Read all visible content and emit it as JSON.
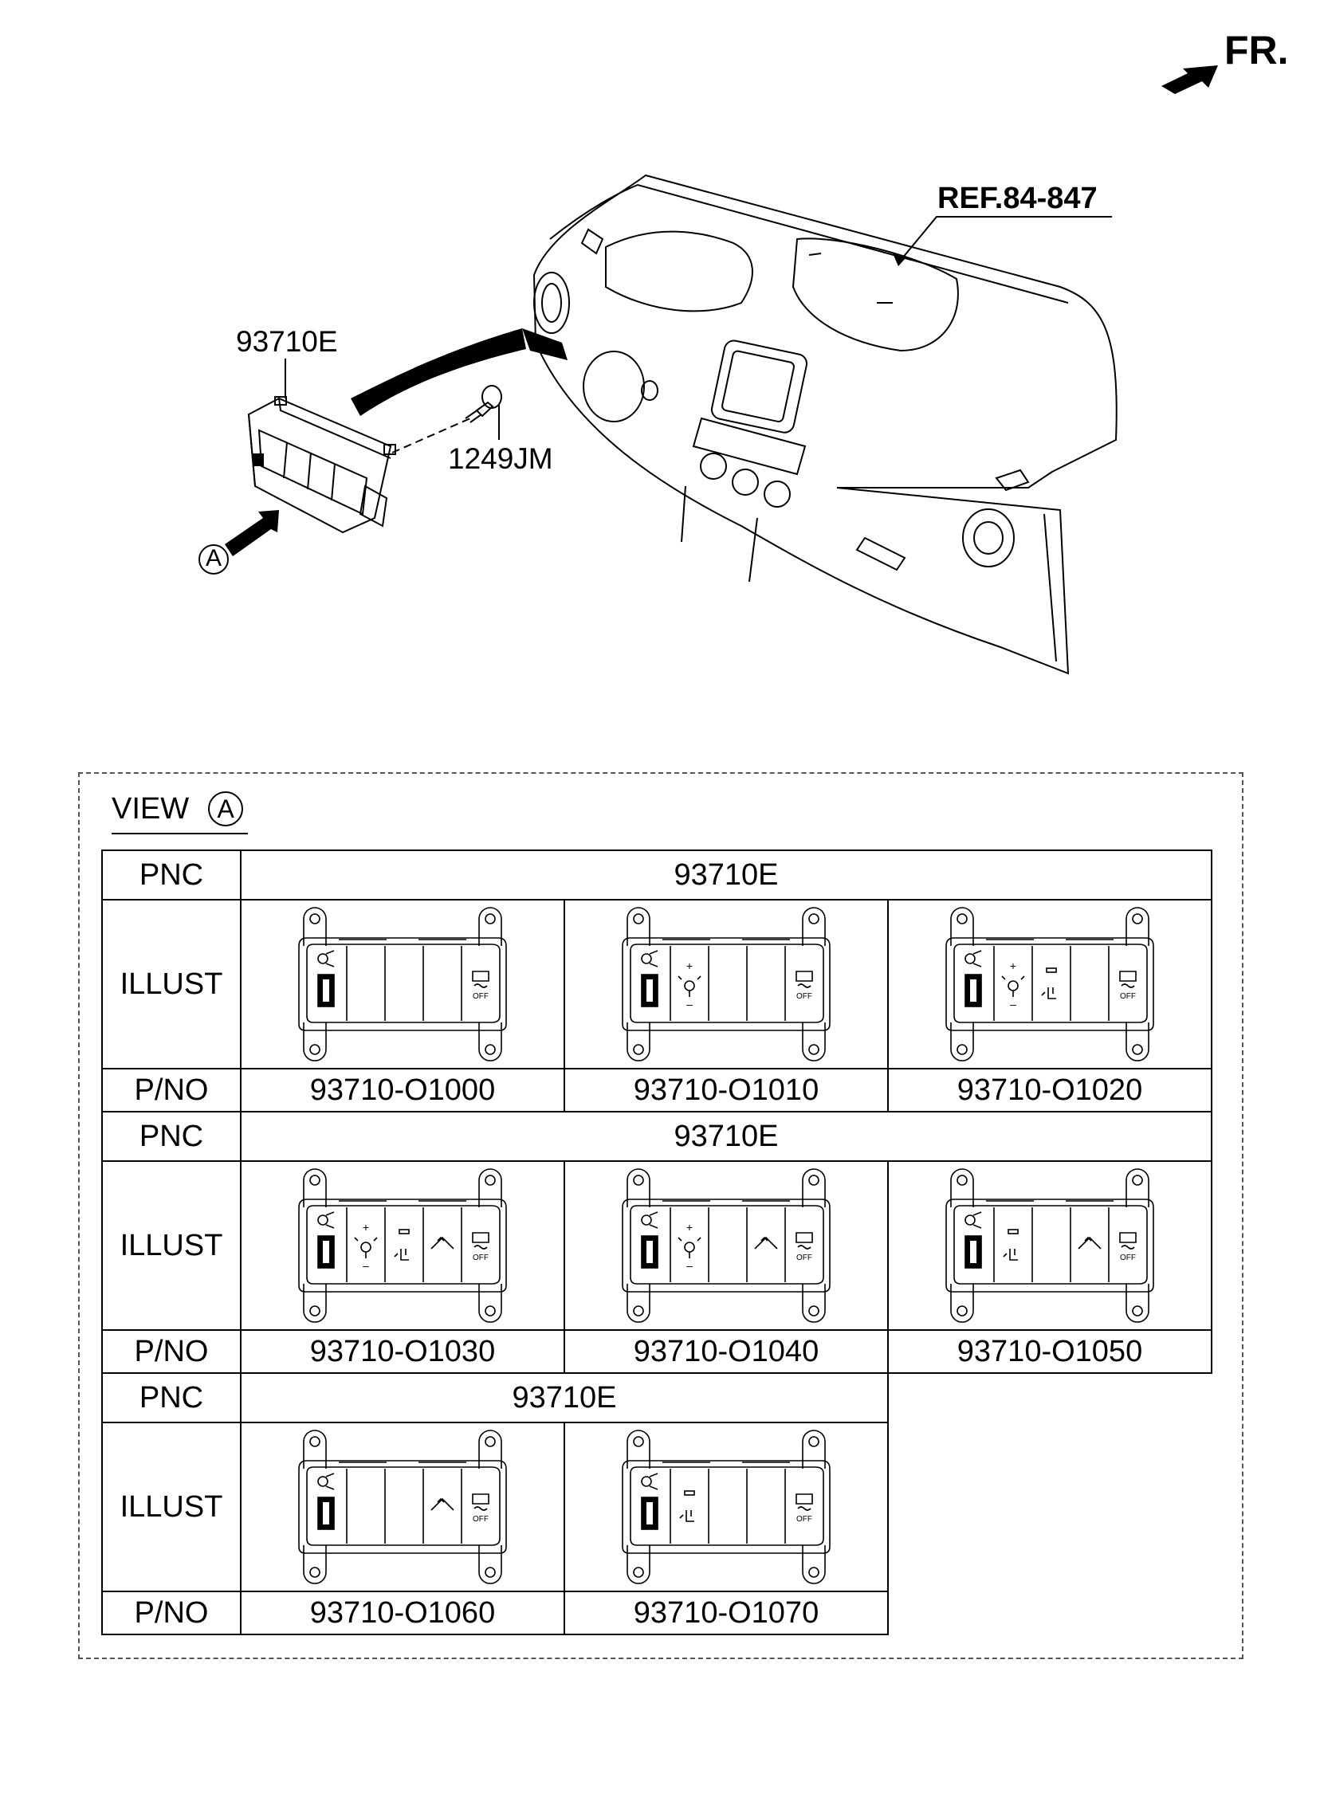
{
  "header": {
    "direction_label": "FR.",
    "ref_label": "REF.84-847"
  },
  "callouts": {
    "module_pnc": "93710E",
    "screw_pnc": "1249JM",
    "view_marker": "A"
  },
  "view": {
    "title": "VIEW",
    "marker": "A"
  },
  "table": {
    "labels": {
      "pnc": "PNC",
      "illust": "ILLUST",
      "pno": "P/NO"
    },
    "groups": [
      {
        "pnc": "93710E",
        "parts": [
          {
            "pno": "93710-O1000",
            "buttons": [
              "usb",
              "blank",
              "blank",
              "blank",
              "esc"
            ]
          },
          {
            "pno": "93710-O1010",
            "buttons": [
              "usb",
              "light",
              "blank",
              "blank",
              "esc"
            ]
          },
          {
            "pno": "93710-O1020",
            "buttons": [
              "usb",
              "light",
              "seat",
              "blank",
              "esc"
            ]
          }
        ]
      },
      {
        "pnc": "93710E",
        "parts": [
          {
            "pno": "93710-O1030",
            "buttons": [
              "usb",
              "light",
              "seat",
              "hill",
              "esc"
            ]
          },
          {
            "pno": "93710-O1040",
            "buttons": [
              "usb",
              "light",
              "blank",
              "hill",
              "esc"
            ]
          },
          {
            "pno": "93710-O1050",
            "buttons": [
              "usb",
              "seat",
              "blank",
              "hill",
              "esc"
            ]
          }
        ]
      },
      {
        "pnc": "93710E",
        "parts": [
          {
            "pno": "93710-O1060",
            "buttons": [
              "usb",
              "blank",
              "blank",
              "hill",
              "esc"
            ]
          },
          {
            "pno": "93710-O1070",
            "buttons": [
              "usb",
              "seat",
              "blank",
              "blank",
              "esc"
            ]
          }
        ]
      }
    ]
  }
}
